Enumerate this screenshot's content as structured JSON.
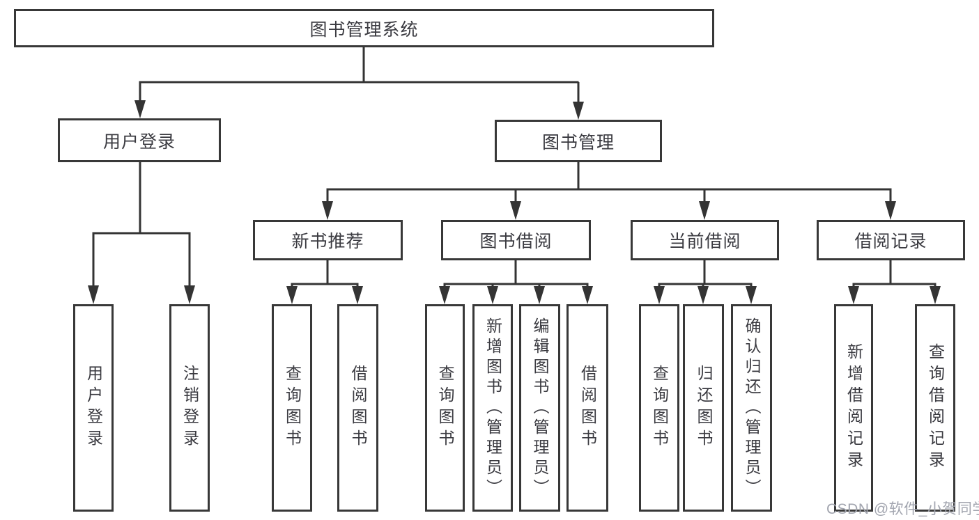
{
  "diagram_title": "图书管理系统",
  "nodes": {
    "root": {
      "label": "图书管理系统"
    },
    "user_login": {
      "label": "用户登录"
    },
    "book_mgmt": {
      "label": "图书管理"
    },
    "new_books": {
      "label": "新书推荐"
    },
    "book_borrow": {
      "label": "图书借阅"
    },
    "current_borrow": {
      "label": "当前借阅"
    },
    "borrow_records": {
      "label": "借阅记录"
    },
    "leaf_login": {
      "label": "用户登录"
    },
    "leaf_logout": {
      "label": "注销登录"
    },
    "leaf_nb_query": {
      "label": "查询图书"
    },
    "leaf_nb_borrow": {
      "label": "借阅图书"
    },
    "leaf_bb_query": {
      "label": "查询图书"
    },
    "leaf_bb_add": {
      "label": "新增图书（管理员）"
    },
    "leaf_bb_edit": {
      "label": "编辑图书（管理员）"
    },
    "leaf_bb_borrow": {
      "label": "借阅图书"
    },
    "leaf_cb_query": {
      "label": "查询图书"
    },
    "leaf_cb_return": {
      "label": "归还图书"
    },
    "leaf_cb_confirm": {
      "label": "确认归还（管理员）"
    },
    "leaf_br_add": {
      "label": "新增借阅记录"
    },
    "leaf_br_query": {
      "label": "查询借阅记录"
    }
  },
  "watermark": {
    "text": "CSDN @软件_小贺同学"
  },
  "colors": {
    "line": "#343434",
    "box_border": "#383838",
    "text": "#3a3a40",
    "watermark": "#a2a5af",
    "background": "#ffffff"
  }
}
